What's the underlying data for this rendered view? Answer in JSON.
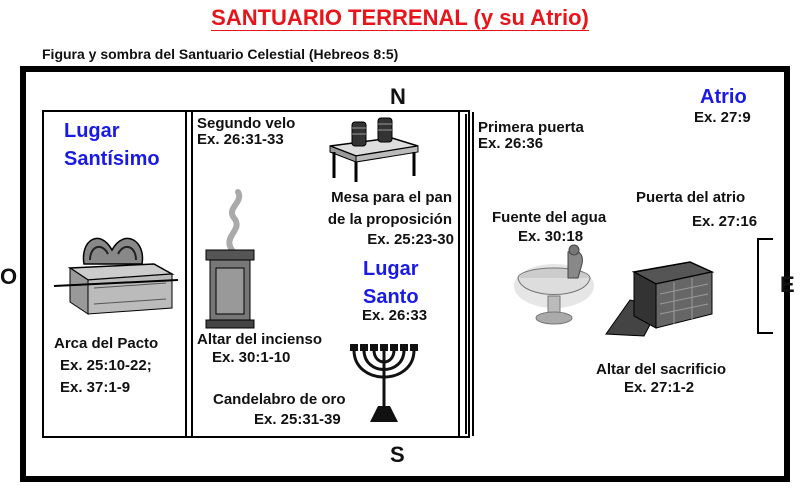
{
  "title": "SANTUARIO TERRENAL (y su Atrio)",
  "subtitle": "Figura y sombra del Santuario Celestial  (Hebreos 8:5)",
  "directions": {
    "north": "N",
    "south": "S",
    "east": "E",
    "west": "O"
  },
  "atrio": {
    "name": "Atrio",
    "ref": "Ex. 27:9"
  },
  "lugar_santisimo": {
    "line1": "Lugar",
    "line2": "Santísimo"
  },
  "lugar_santo": {
    "line1": "Lugar",
    "line2": "Santo",
    "ref": "Ex. 26:33"
  },
  "segundo_velo": {
    "name": "Segundo velo",
    "ref": "Ex. 26:31-33"
  },
  "primera_puerta": {
    "name": "Primera puerta",
    "ref": "Ex. 26:36"
  },
  "mesa": {
    "line1": "Mesa para el pan",
    "line2": "de la proposición",
    "ref": "Ex. 25:23-30"
  },
  "altar_incienso": {
    "name": "Altar del incienso",
    "ref": "Ex. 30:1-10"
  },
  "candelabro": {
    "name": "Candelabro de oro",
    "ref": "Ex. 25:31-39"
  },
  "arca": {
    "name": "Arca del Pacto",
    "ref1": "Ex. 25:10-22;",
    "ref2": "Ex. 37:1-9"
  },
  "fuente": {
    "name": "Fuente del agua",
    "ref": "Ex. 30:18"
  },
  "puerta_atrio": {
    "name": "Puerta del atrio",
    "ref": "Ex. 27:16"
  },
  "altar_sacrificio": {
    "name": "Altar del sacrificio",
    "ref": "Ex. 27:1-2"
  }
}
